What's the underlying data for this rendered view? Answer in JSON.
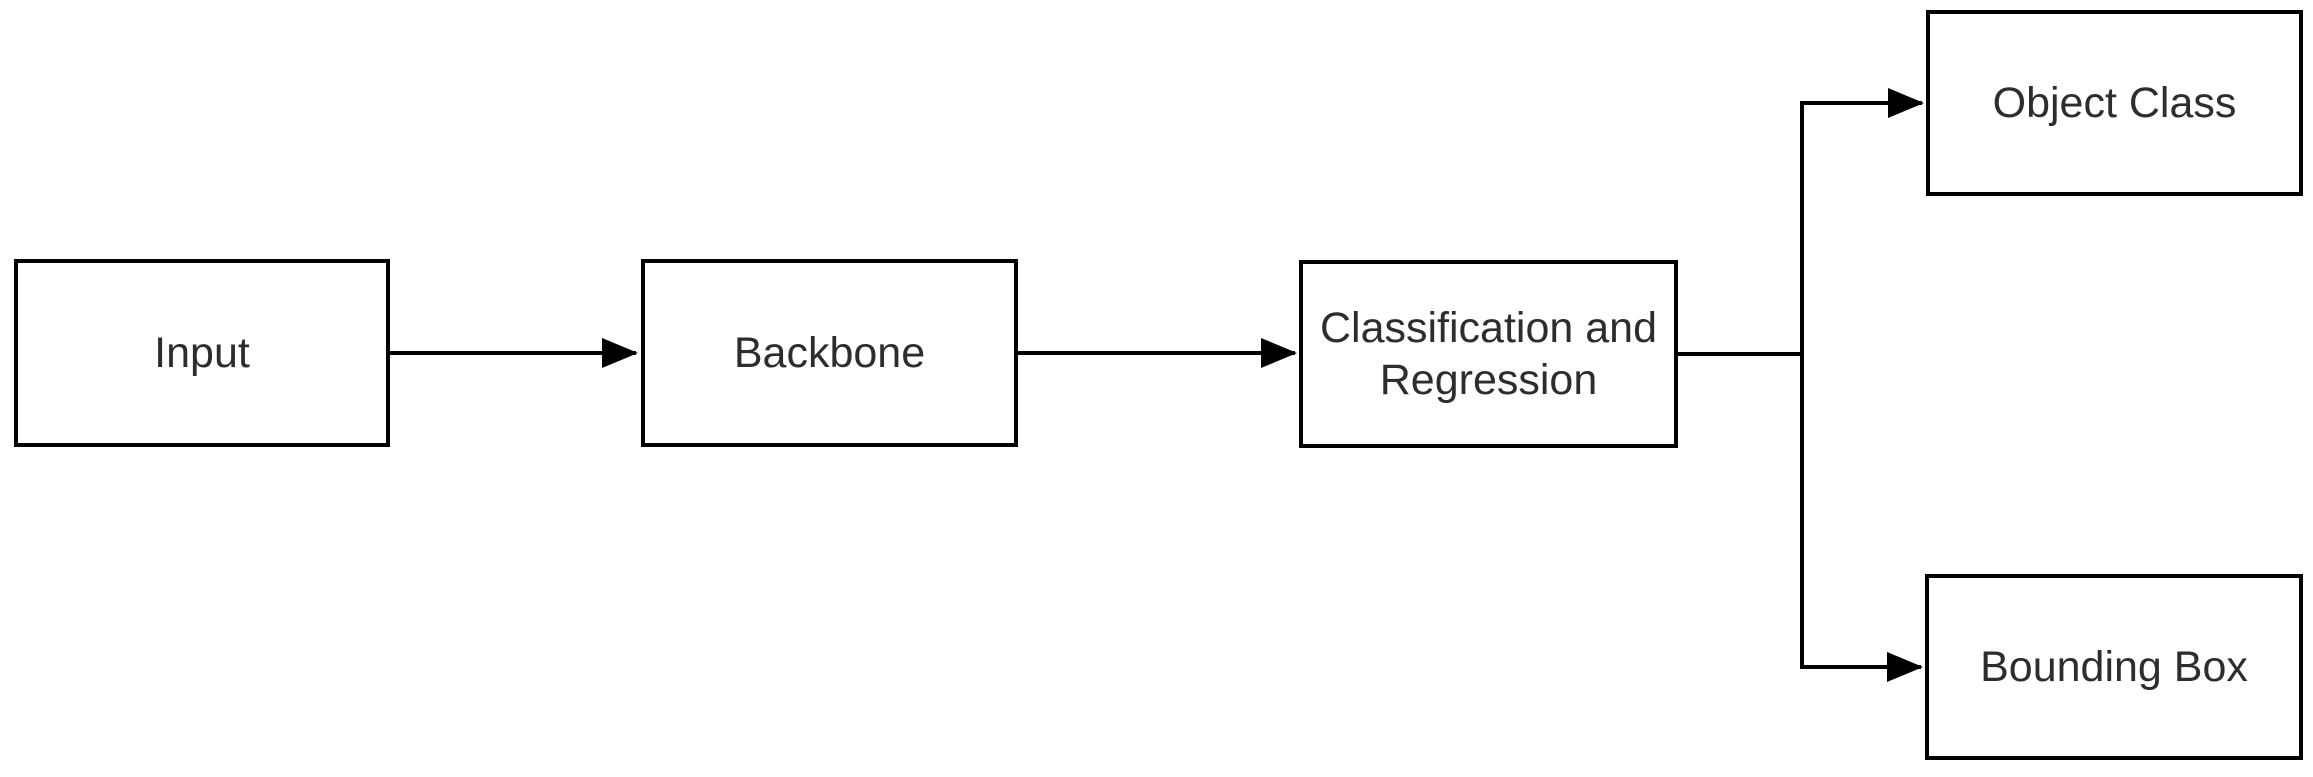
{
  "diagram": {
    "type": "flowchart",
    "background_color": "#ffffff",
    "node_fill_color": "#ffffff",
    "node_border_color": "#000000",
    "text_color": "#2d2d2d",
    "edge_color": "#000000",
    "nodes": [
      {
        "id": "input",
        "label": "Input"
      },
      {
        "id": "backbone",
        "label": "Backbone"
      },
      {
        "id": "classification-regression",
        "label": "Classification and Regression"
      },
      {
        "id": "object-class",
        "label": "Object Class"
      },
      {
        "id": "bounding-box",
        "label": "Bounding Box"
      }
    ],
    "edges": [
      {
        "from": "input",
        "to": "backbone",
        "arrow": "end"
      },
      {
        "from": "backbone",
        "to": "classification-regression",
        "arrow": "end"
      },
      {
        "from": "classification-regression",
        "to": "object-class",
        "arrow": "end"
      },
      {
        "from": "classification-regression",
        "to": "bounding-box",
        "arrow": "end"
      }
    ]
  }
}
